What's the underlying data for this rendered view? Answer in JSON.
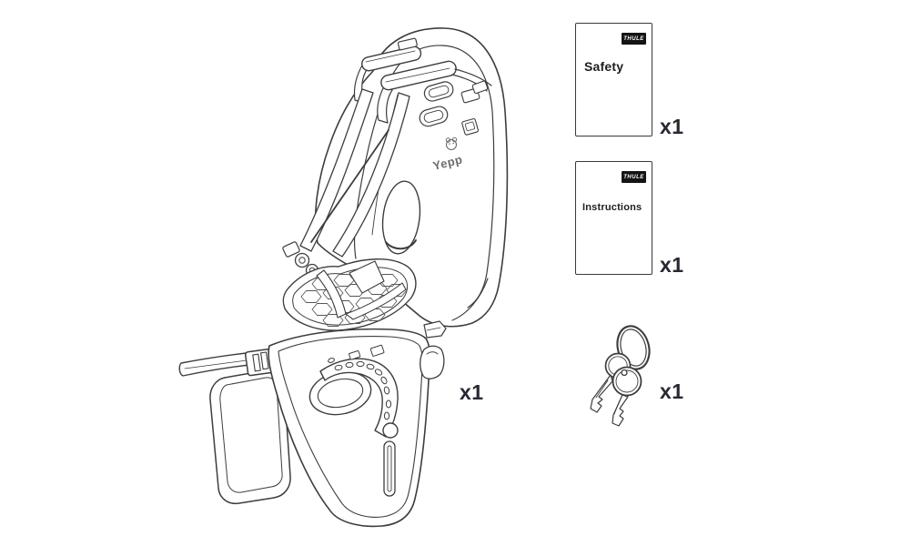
{
  "page": {
    "background": "#ffffff",
    "description": "Package contents illustration"
  },
  "colors": {
    "line": "#3d3d3d",
    "label_text": "#2a2733",
    "badge_bg": "#141414",
    "badge_text": "#ffffff",
    "booklet_border": "#3a3a3a"
  },
  "seat": {
    "quantity": "x1",
    "logo_text": "Yepp"
  },
  "booklets": {
    "safety": {
      "brand": "THULE",
      "title": "Safety",
      "quantity": "x1"
    },
    "instructions": {
      "brand": "THULE",
      "title": "Instructions",
      "quantity": "x1"
    }
  },
  "keys": {
    "quantity": "x1"
  }
}
